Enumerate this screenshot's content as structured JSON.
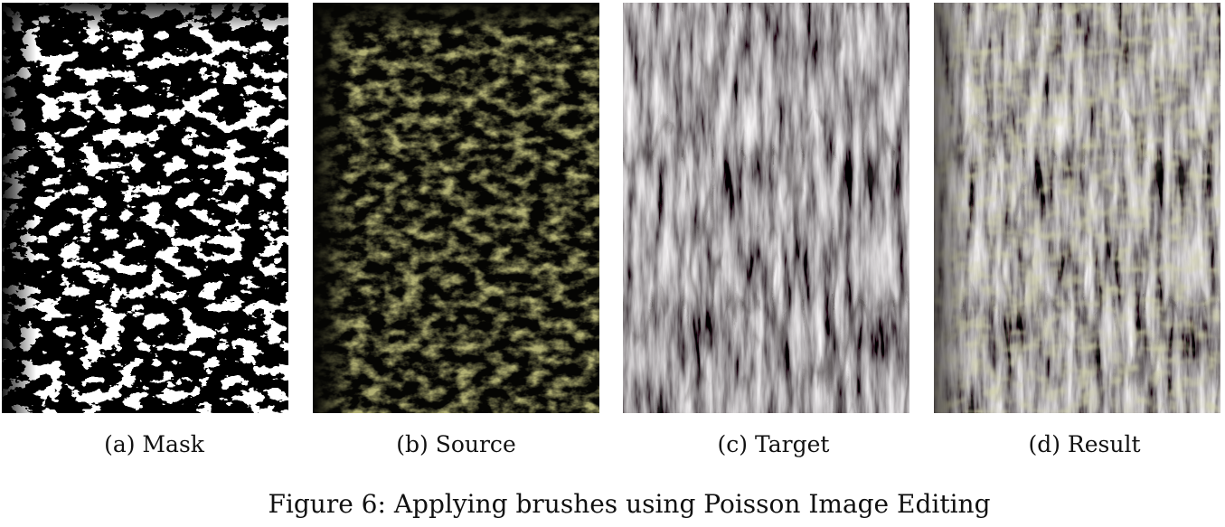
{
  "panels": [
    {
      "id": "a",
      "caption": "(a) Mask"
    },
    {
      "id": "b",
      "caption": "(b) Source"
    },
    {
      "id": "c",
      "caption": "(c) Target"
    },
    {
      "id": "d",
      "caption": "(d) Result"
    }
  ],
  "figure_caption": "Figure 6: Applying brushes using Poisson Image Editing",
  "colors": {
    "mask_bg": "#000000",
    "mask_fg": "#ffffff",
    "source_bg": "#050503",
    "source_moss": "#6f6e2c",
    "bark_dark": "#1f1b19",
    "bark_mid": "#4c4744",
    "bark_light": "#8e8c8c",
    "result_moss": "#a6a668"
  }
}
